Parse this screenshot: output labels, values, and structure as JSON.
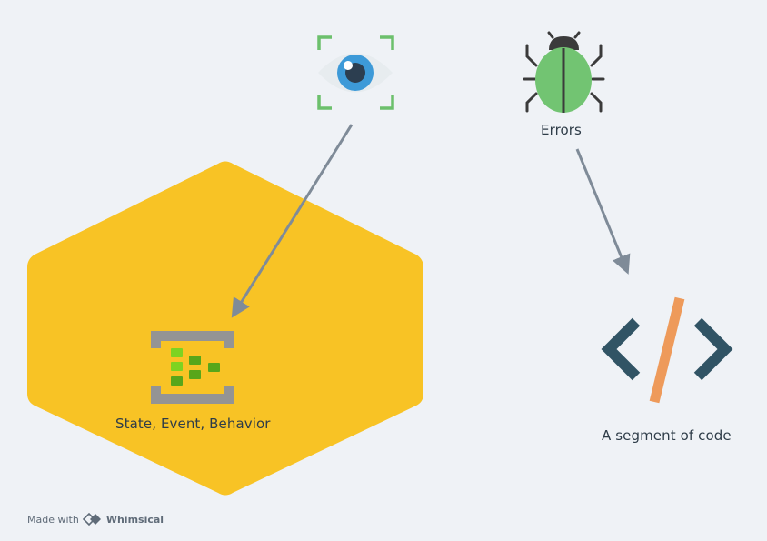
{
  "nodes": {
    "hexagon": {
      "label": "State, Event, Behavior",
      "icon": "event-hub-icon",
      "color": "#f8c325"
    },
    "eye": {
      "icon": "eye-focus-icon",
      "frame_color": "#6cc06c",
      "iris_color": "#3d9ad8"
    },
    "errors": {
      "label": "Errors",
      "icon": "bug-icon",
      "color": "#72c472"
    },
    "code": {
      "label": "A segment of code",
      "icon": "code-brackets-icon",
      "bracket_color": "#315465",
      "slash_color": "#ee9a5a"
    }
  },
  "edges": [
    {
      "from": "eye",
      "to": "hexagon"
    },
    {
      "from": "errors",
      "to": "code"
    }
  ],
  "watermark": {
    "prefix": "Made with",
    "brand": "Whimsical"
  }
}
